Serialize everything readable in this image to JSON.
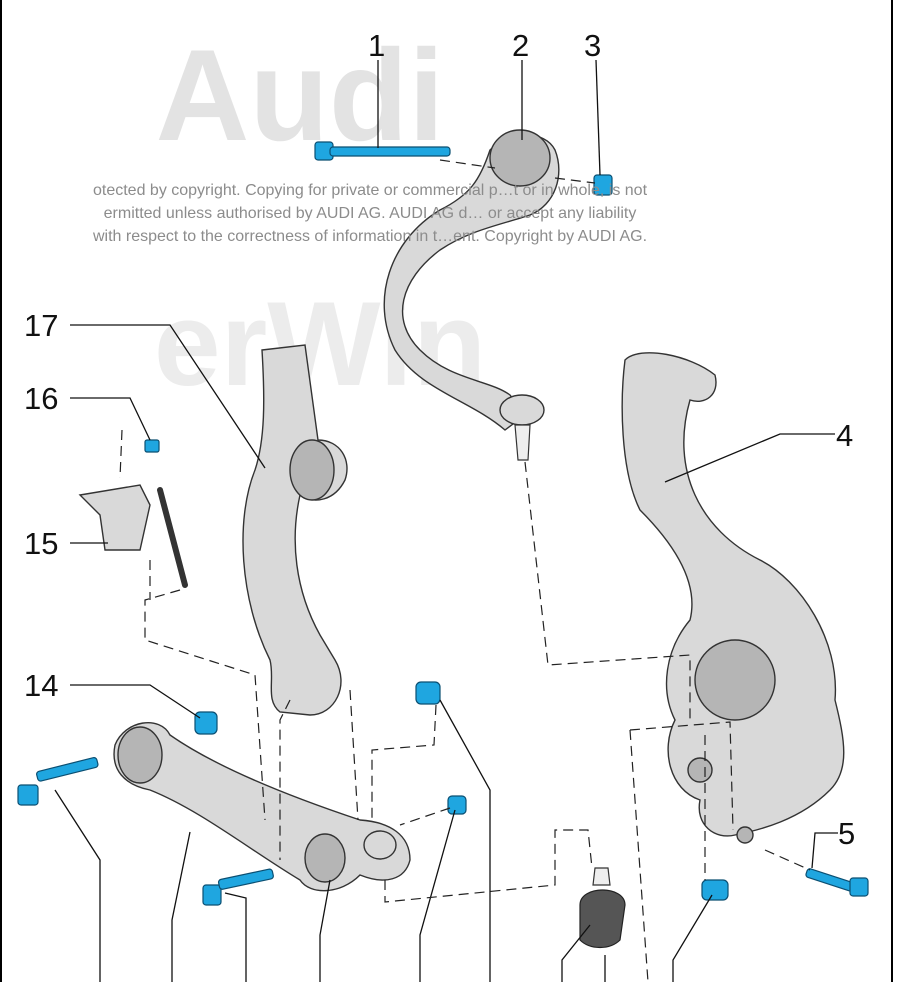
{
  "watermark": {
    "brand": "Audi",
    "copyright_lines": [
      "otected by copyright. Copying for private or commercial p…t or in whole, is not",
      "ermitted unless authorised by AUDI AG. AUDI AG d… or accept any liability",
      " with respect to the correctness of information in t…ent. Copyright by AUDI AG."
    ],
    "erwin_logo": "erWin"
  },
  "callouts": [
    "1",
    "2",
    "3",
    "4",
    "5",
    "14",
    "15",
    "16",
    "17"
  ],
  "colors": {
    "bolt": "#1fa6e0",
    "part": "#d9d9d9",
    "line": "#111111",
    "watermark": "#d6d6d6"
  }
}
